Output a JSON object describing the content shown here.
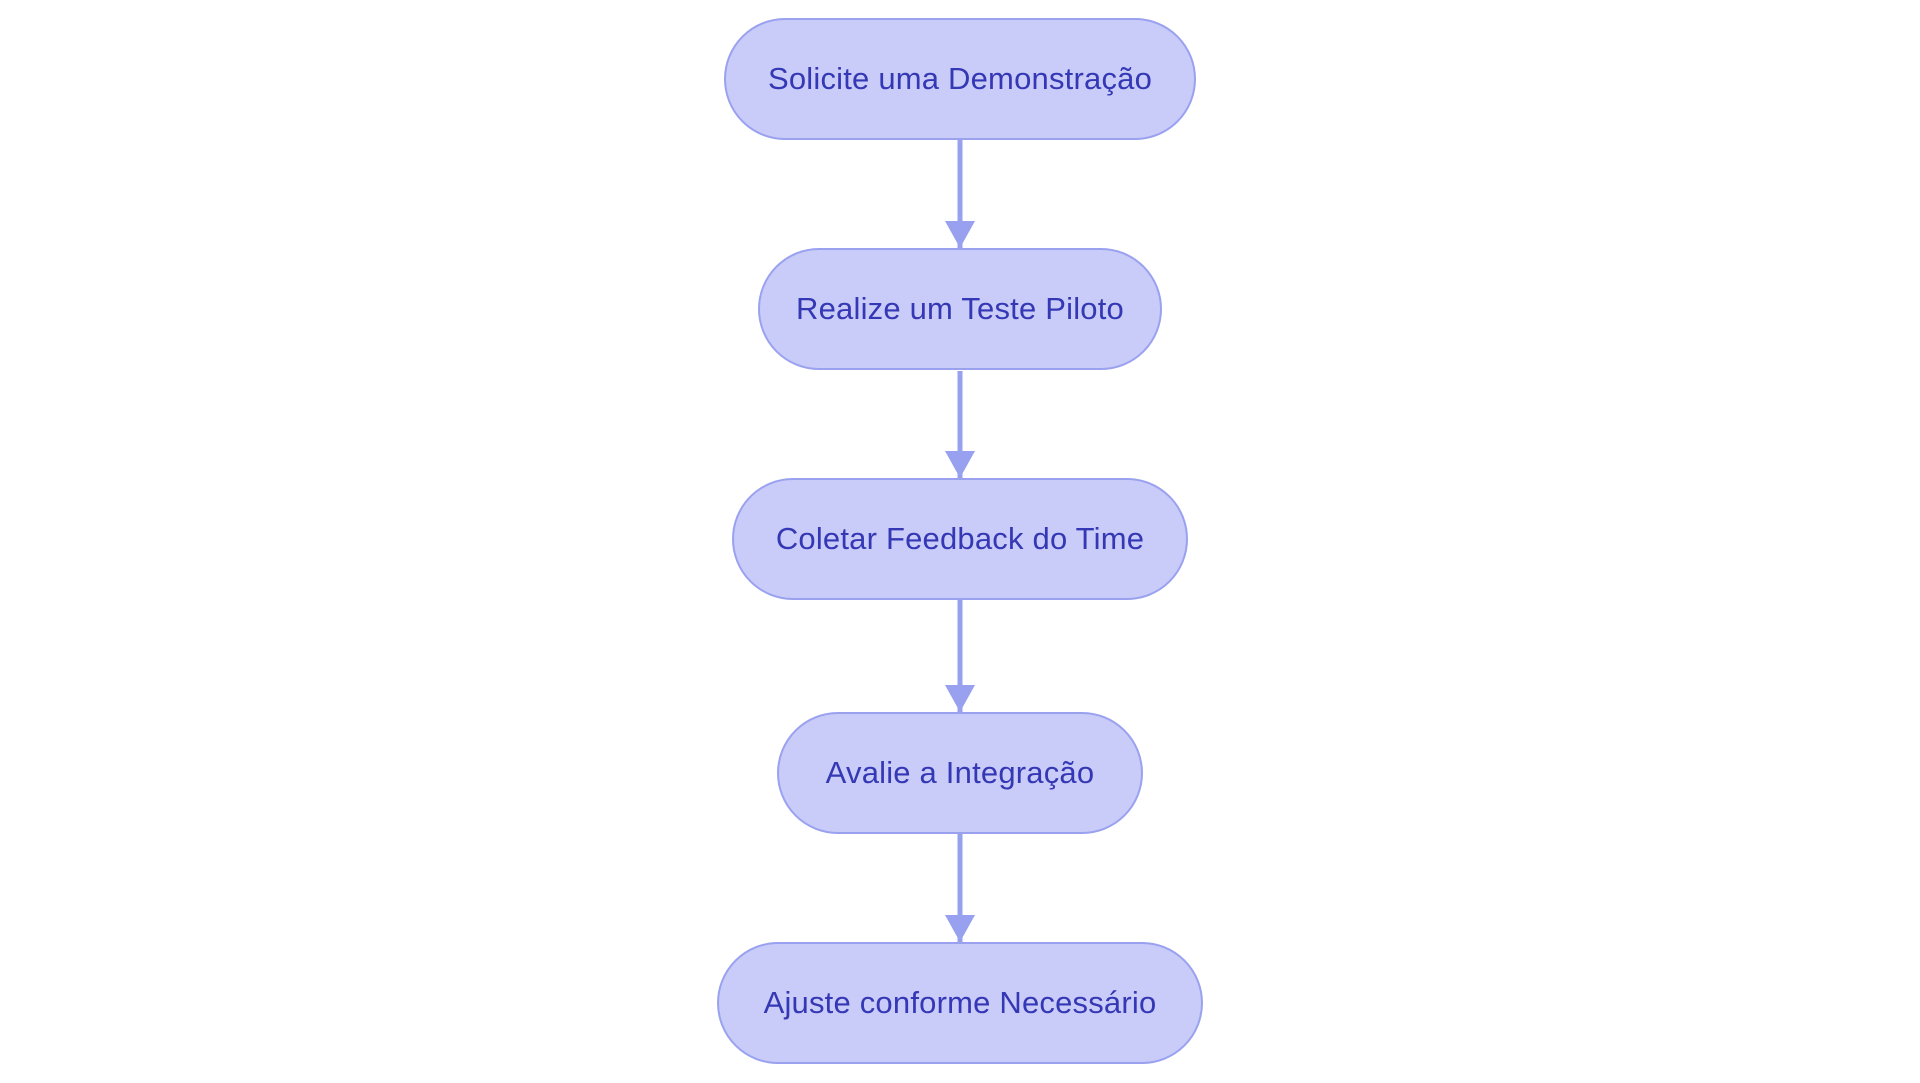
{
  "diagram": {
    "type": "flowchart",
    "direction": "top-down",
    "background_color": "#ffffff",
    "colors": {
      "node_fill": "#c9cbf8",
      "node_border": "#9aa2f0",
      "arrow": "#98a1ef",
      "label_text": "#3438b4"
    },
    "nodes": [
      {
        "id": "step-1",
        "label": "Solicite uma Demonstração"
      },
      {
        "id": "step-2",
        "label": "Realize um Teste Piloto"
      },
      {
        "id": "step-3",
        "label": "Coletar Feedback do Time"
      },
      {
        "id": "step-4",
        "label": "Avalie a Integração"
      },
      {
        "id": "step-5",
        "label": "Ajuste conforme Necessário"
      }
    ],
    "edges": [
      {
        "from": "step-1",
        "to": "step-2"
      },
      {
        "from": "step-2",
        "to": "step-3"
      },
      {
        "from": "step-3",
        "to": "step-4"
      },
      {
        "from": "step-4",
        "to": "step-5"
      }
    ]
  }
}
